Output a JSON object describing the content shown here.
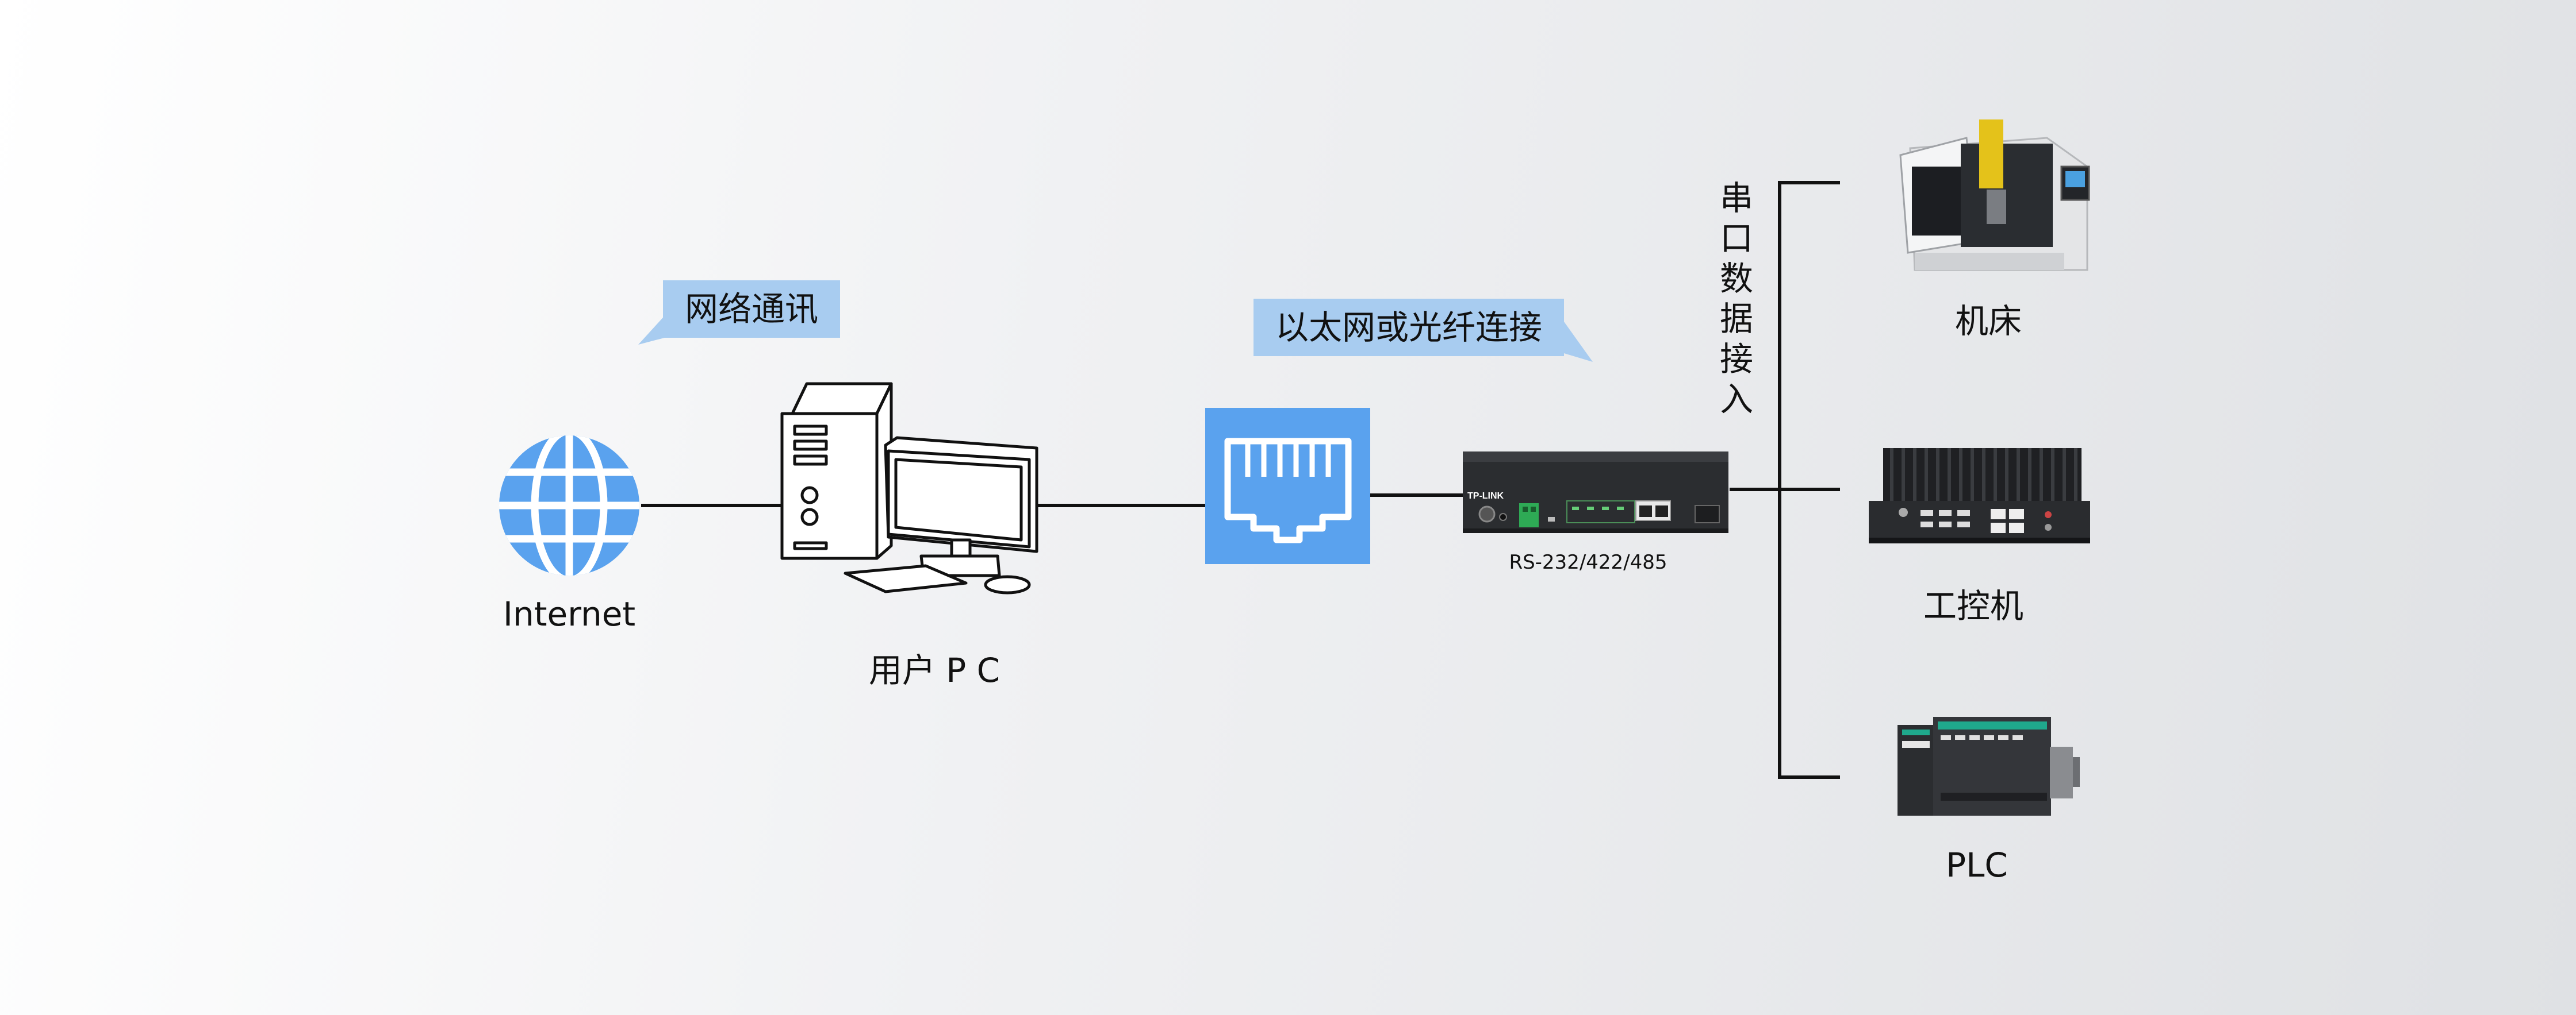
{
  "nodes": {
    "internet": {
      "label": "Internet"
    },
    "user_pc": {
      "label": "用户 P C"
    },
    "server_label": "RS-232/422/485",
    "machine_tool": {
      "label": "机床"
    },
    "industrial_pc": {
      "label": "工控机"
    },
    "plc": {
      "label": "PLC"
    }
  },
  "callouts": {
    "network_comm": "网络通讯",
    "ethernet_fiber": "以太网或光纤连接"
  },
  "serial_access": [
    "串",
    "口",
    "数",
    "据",
    "接",
    "入"
  ],
  "device": {
    "brand": "TP-LINK"
  },
  "colors": {
    "accent_blue": "#5aa2ee",
    "callout_blue": "#a8ccf0",
    "device_dark": "#2b2d30",
    "line": "#111111"
  }
}
